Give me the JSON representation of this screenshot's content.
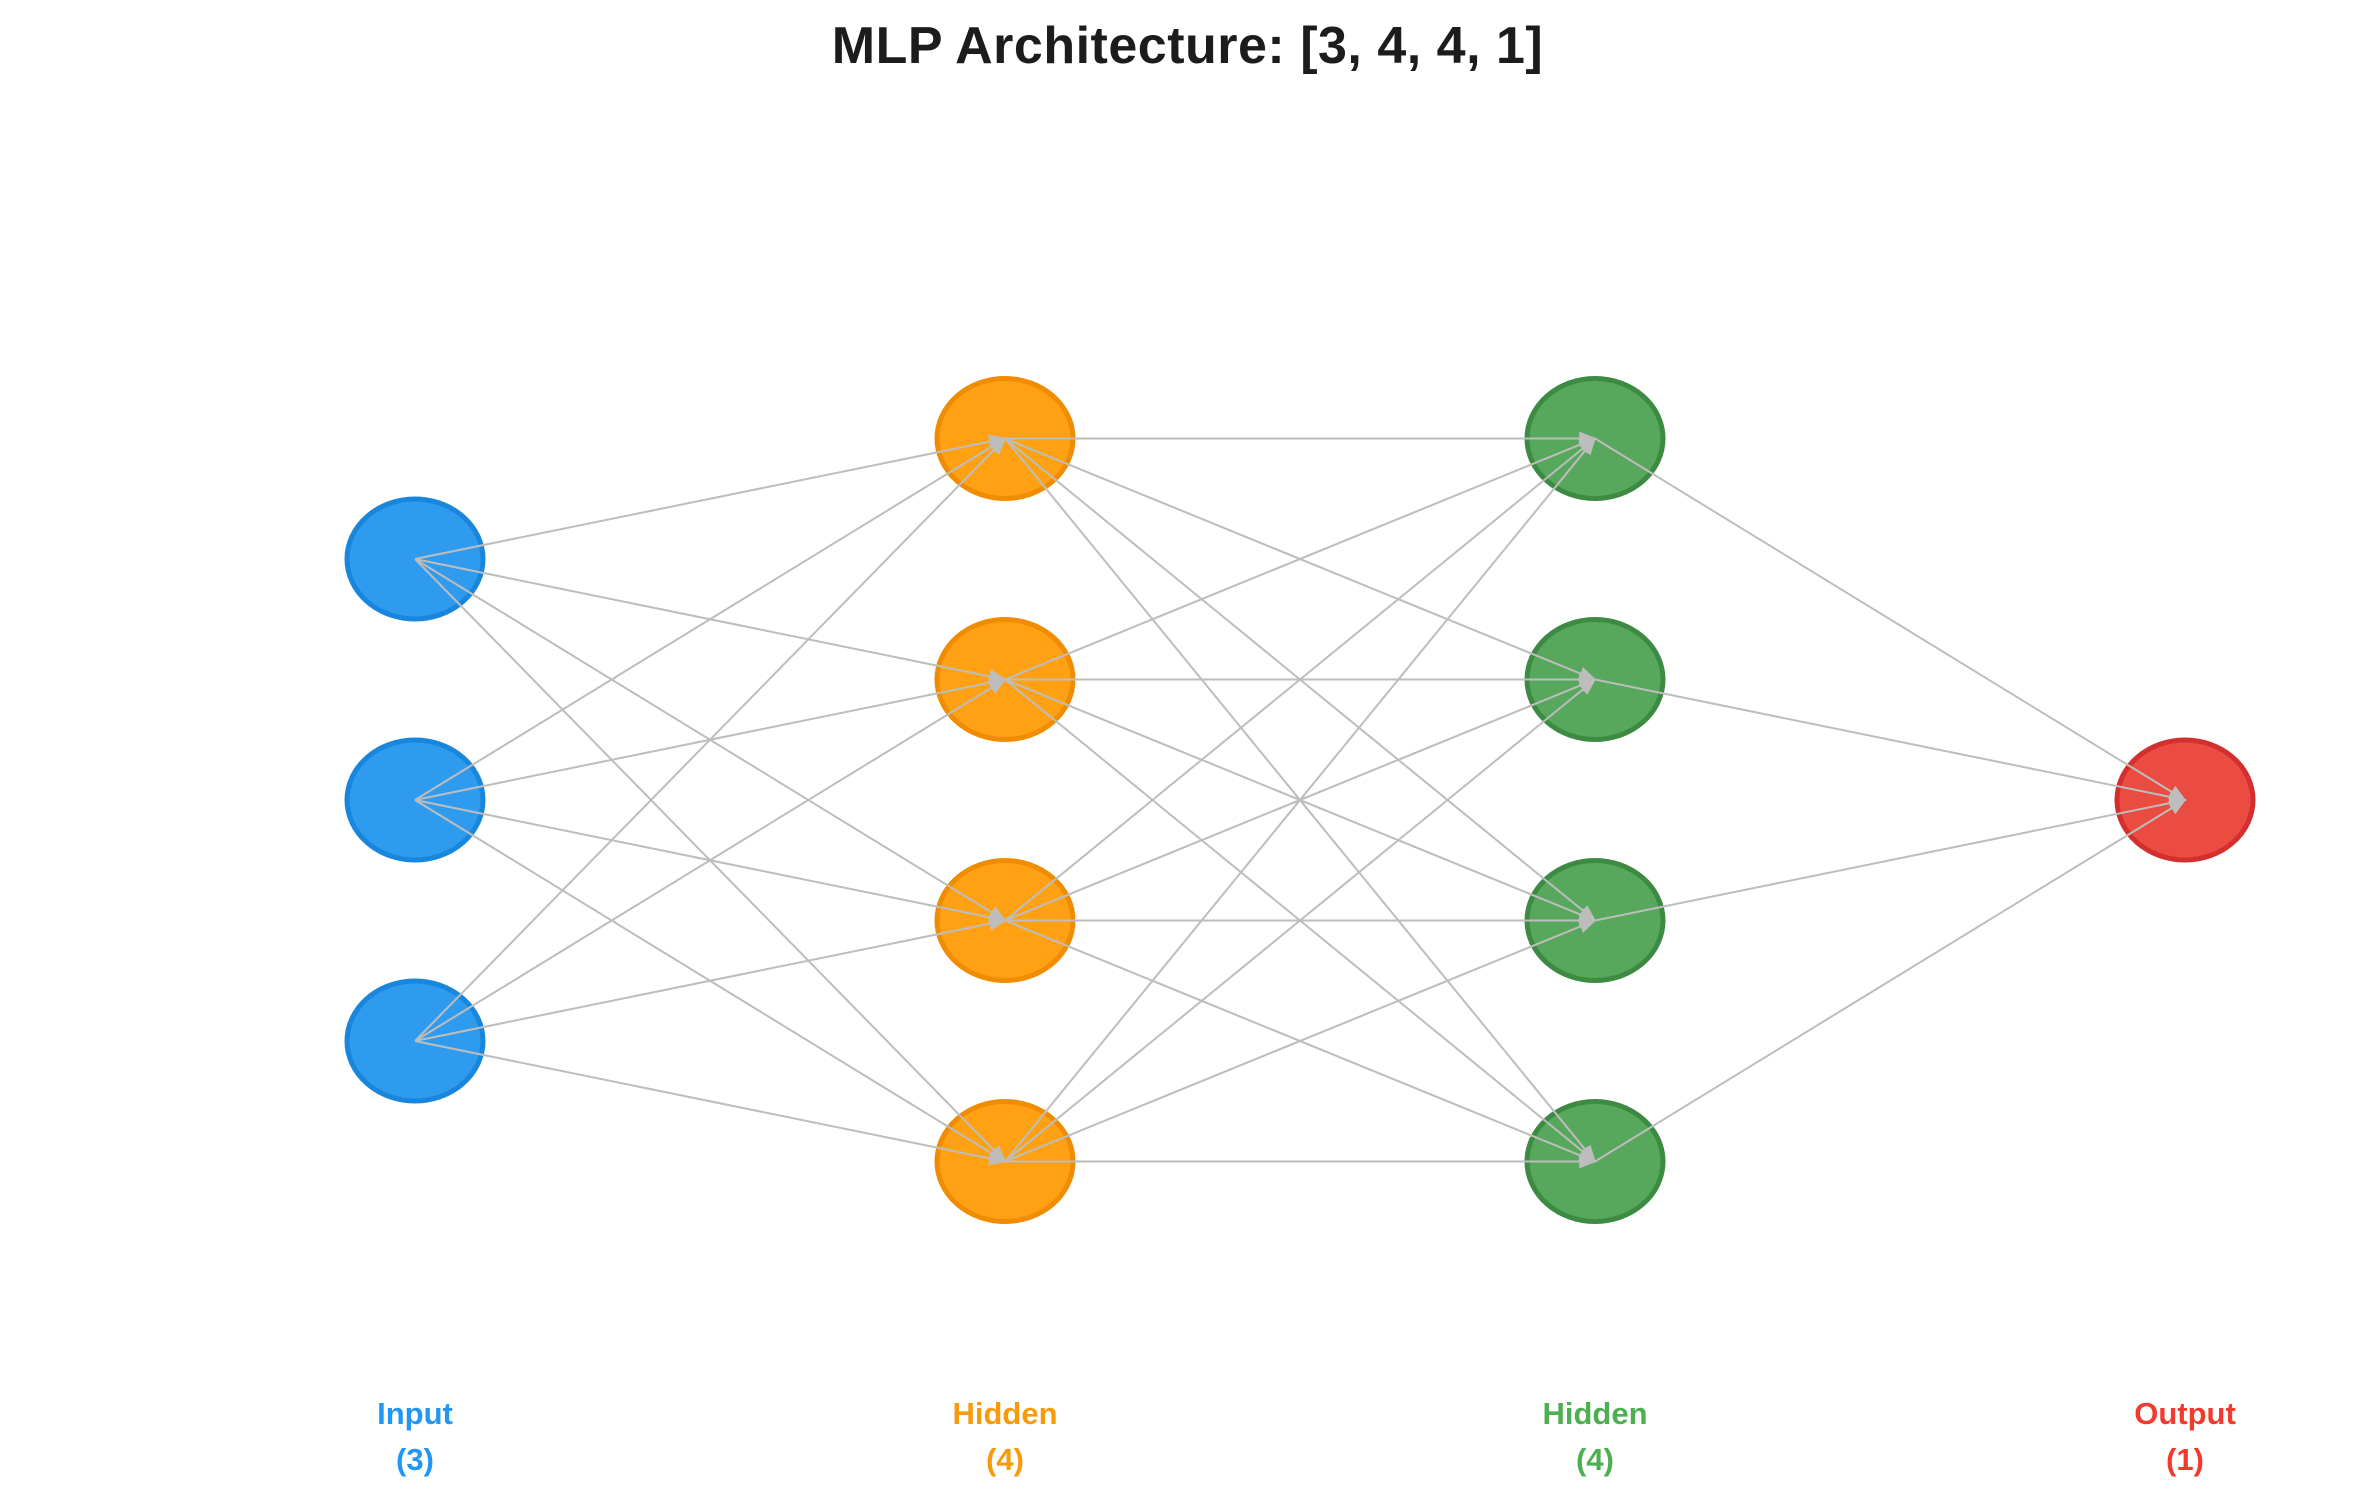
{
  "title": "MLP Architecture: [3, 4, 4, 1]",
  "architecture": [
    3,
    4,
    4,
    1
  ],
  "edge_color": "#bdbdbd",
  "background_color": "#ffffff",
  "title_color": "#1c1c1c",
  "layers": [
    {
      "id": "input",
      "label": "Input",
      "count_label": "(3)",
      "count": 3,
      "fill": "#2f9bef",
      "stroke": "#1886dd",
      "label_color": "#2196f3"
    },
    {
      "id": "hidden1",
      "label": "Hidden",
      "count_label": "(4)",
      "count": 4,
      "fill": "#ffa113",
      "stroke": "#f08c00",
      "label_color": "#f79a0c"
    },
    {
      "id": "hidden2",
      "label": "Hidden",
      "count_label": "(4)",
      "count": 4,
      "fill": "#57a85c",
      "stroke": "#3d8b42",
      "label_color": "#4caf50"
    },
    {
      "id": "output",
      "label": "Output",
      "count_label": "(1)",
      "count": 1,
      "fill": "#ea4c41",
      "stroke": "#d32f2f",
      "label_color": "#f03b2e"
    }
  ]
}
